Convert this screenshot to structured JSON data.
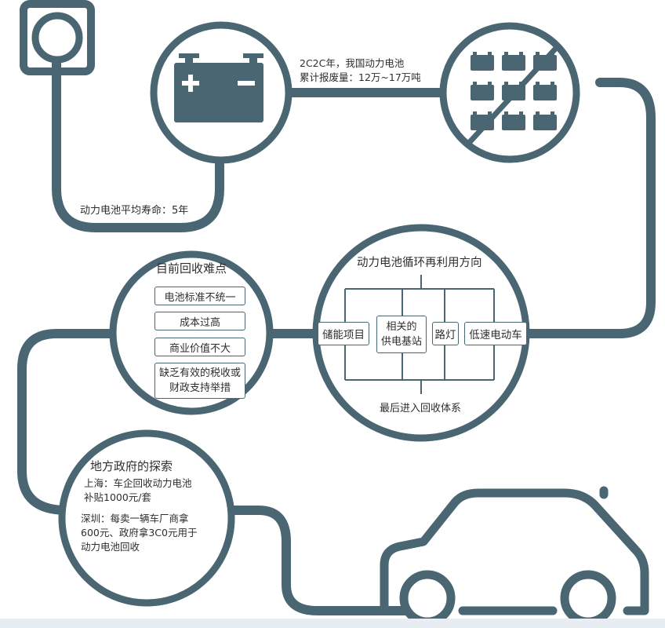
{
  "battery_life_label": "动力电池平均寿命：5年",
  "scrap_volume": {
    "line1": "2C2C年，我国动力电池",
    "line2": "累计报废量：12万~17万吨"
  },
  "difficulties": {
    "title": "目前回收难点",
    "items": [
      "电池标准不统一",
      "成本过高",
      "商业价值不大"
    ],
    "last_item": {
      "line1": "缺乏有效的税收或",
      "line2": "财政支持举措"
    }
  },
  "reuse": {
    "title": "动力电池循环再利用方向",
    "items": [
      "储能项目",
      "路灯",
      "低速电动车"
    ],
    "base_station": {
      "line1": "相关的",
      "line2": "供电基站"
    },
    "footer": "最后进入回收体系"
  },
  "local_gov": {
    "title": "地方政府的探索",
    "shanghai": {
      "line1": "上海：车企回收动力电池",
      "line2": "补贴1000元/套"
    },
    "shenzhen": {
      "line1": "深圳：每卖一辆车厂商拿",
      "line2": "600元、政府拿3C0元用于",
      "line3": "动力电池回收"
    }
  },
  "icons": [
    "power-outlet-icon",
    "battery-icon",
    "battery-grid-crossed-icon",
    "car-icon"
  ],
  "colors": {
    "line": "#4a6672",
    "battery_fill": "#4a6672"
  }
}
